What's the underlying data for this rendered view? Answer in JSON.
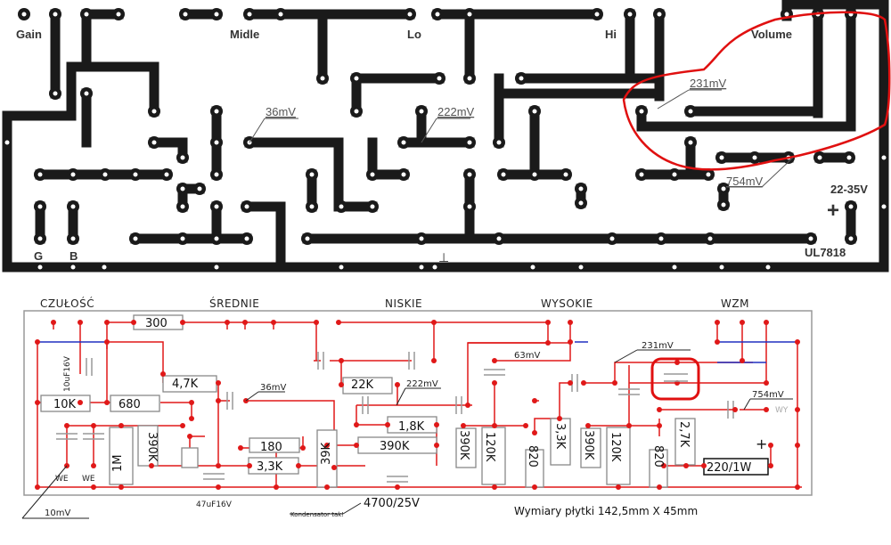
{
  "pcb": {
    "pot_labels": {
      "gain": "Gain",
      "midle": "Midle",
      "lo": "Lo",
      "hi": "Hi",
      "volume": "Volume"
    },
    "input_labels": {
      "g": "G",
      "b": "B"
    },
    "measurements": {
      "m36": "36mV",
      "m222": "222mV",
      "m231": "231mV",
      "m754": "754mV"
    },
    "power": {
      "voltage": "22-35V",
      "plus": "+",
      "regulator": "UL7818",
      "ground_symbol": "⊥"
    },
    "colors": {
      "trace": "#1a1a1a",
      "annotation": "#e01010",
      "pad_hole": "#ffffff"
    }
  },
  "schematic": {
    "section_titles": {
      "czulosc": "CZUŁOŚĆ",
      "srednie": "ŚREDNIE",
      "niskie": "NISKIE",
      "wysokie": "WYSOKIE",
      "wzm": "WZM"
    },
    "resistors": {
      "r300": "300",
      "r4k7": "4,7K",
      "r10k": "10K",
      "r680": "680",
      "r1m": "1M",
      "r390k_a": "390K",
      "r180": "180",
      "r3k3_a": "3,3K",
      "r39k": "39K",
      "r22k": "22K",
      "r1k8": "1,8K",
      "r390k_b": "390K",
      "r390k_c": "390K",
      "r120k_a": "120K",
      "r820_a": "820",
      "r3k3_b": "3,3K",
      "r390k_d": "390K",
      "r120k_b": "120K",
      "r820_b": "820",
      "r2k7": "2,7K"
    },
    "capacitors": {
      "c_input": "10uF16V",
      "c_47": "47uF16V",
      "c_main": "4700/25V",
      "c_out": "220/1W"
    },
    "labels": {
      "we1": "WE",
      "we2": "WE",
      "wy": "WY",
      "plus": "+",
      "kondensator": "Kondensator tak!"
    },
    "measurements": {
      "m10": "10mV",
      "m36": "36mV",
      "m222": "222mV",
      "m63": "63mV",
      "m231": "231mV",
      "m754": "754mV"
    },
    "caption": "Wymiary płytki 142,5mm X 45mm",
    "colors": {
      "wire": "#e01818",
      "node": "#e01818",
      "bus": "#2030c0",
      "component": "#888888",
      "highlight": "#e01010"
    }
  }
}
